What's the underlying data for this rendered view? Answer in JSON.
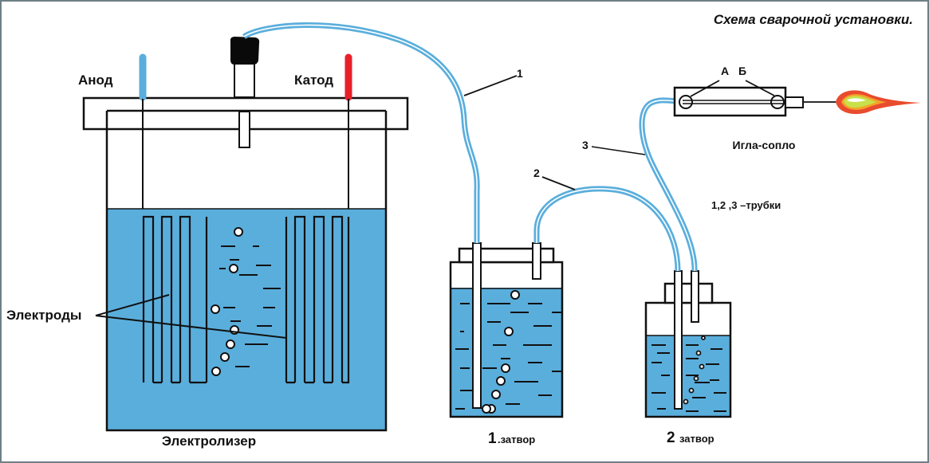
{
  "title": "Схема сварочной установки.",
  "labels": {
    "anode": "Анод",
    "cathode": "Катод",
    "electrodes": "Электроды",
    "electrolyzer": "Электролизер",
    "trap1_num": "1",
    "trap1": ".затвор",
    "trap2_num": "2",
    "trap2": "затвор",
    "tube1": "1",
    "tube2": "2",
    "tube3": "3",
    "nozzle": "Игла-сопло",
    "point_a": "А",
    "point_b": "Б",
    "tubes_note": "1,2 ,3 –трубки"
  },
  "colors": {
    "water": "#5aaedc",
    "tube": "#5aaedc",
    "tube_highlight": "#ffffff",
    "anode": "#5aaedc",
    "cathode": "#e8202a",
    "outline": "#111111",
    "flame_outer": "#e94b2e",
    "flame_mid": "#f4a32a",
    "flame_inner": "#c8e04a",
    "frame": "#6e7f86"
  }
}
